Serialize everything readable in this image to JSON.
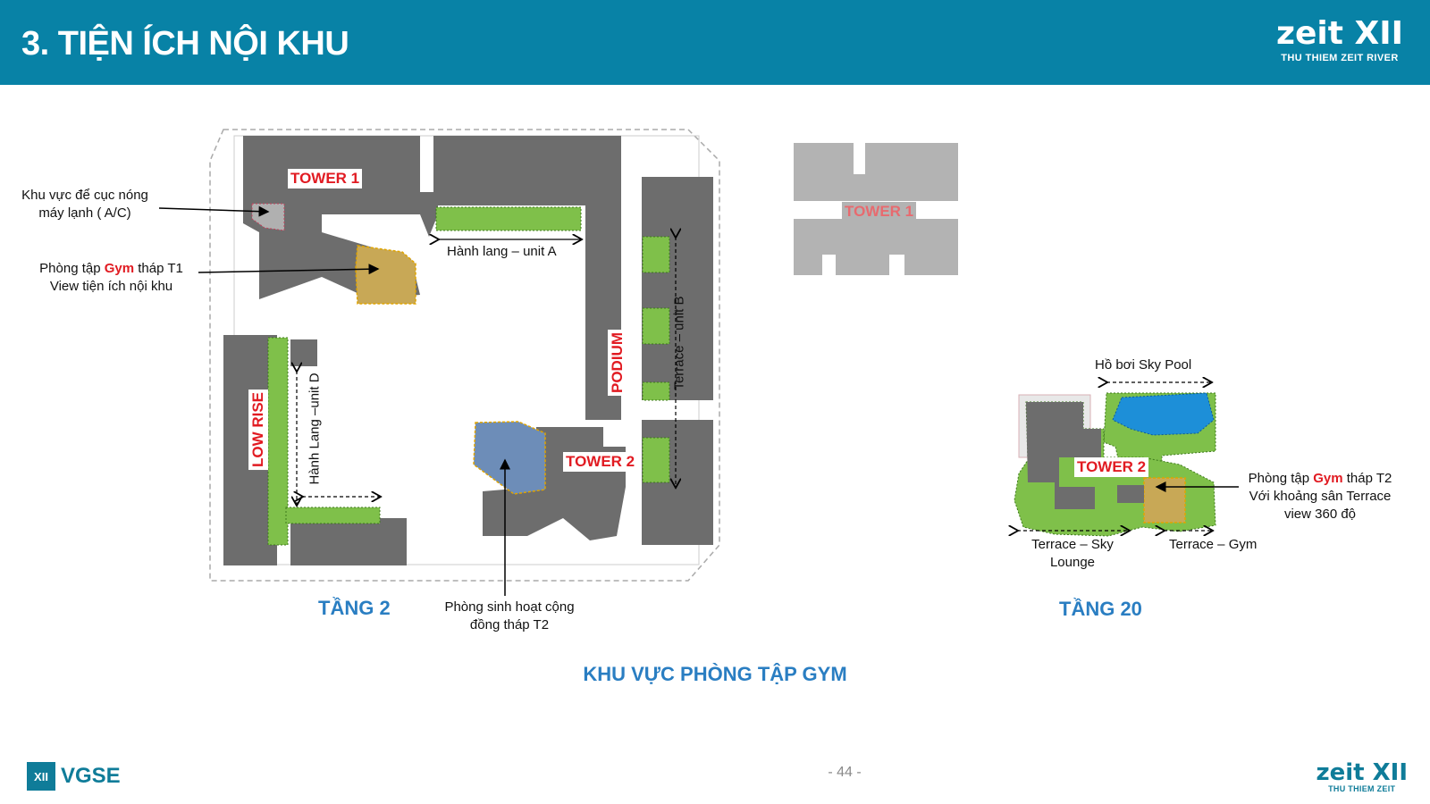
{
  "header": {
    "title": "3. TIỆN ÍCH NỘI KHU",
    "brand": "zeit XII",
    "brand_sub": "THU THIEM ZEIT RIVER"
  },
  "plan_left": {
    "tower1": "TOWER 1",
    "tower2": "TOWER 2",
    "podium": "PODIUM",
    "low_rise": "LOW RISE",
    "corridor_a": "Hành lang – unit A",
    "terrace_b": "Terrace – unit B",
    "corridor_d": "Hành Lang –unit D",
    "ac_line1": "Khu vực để cục nóng",
    "ac_line2": "máy lạnh ( A/C)",
    "gym_t1_pre": "Phòng tập ",
    "gym_word": "Gym",
    "gym_t1_post": " tháp T1",
    "gym_t1_line2": "View tiện ích nội khu",
    "community_line1": "Phòng sinh hoạt cộng",
    "community_line2": "đồng tháp T2",
    "floor": "TẦNG 2"
  },
  "plan_right": {
    "tower1": "TOWER 1",
    "tower2": "TOWER 2",
    "sky_pool": "Hồ bơi Sky Pool",
    "gym_t2_pre": "Phòng tập ",
    "gym_t2_post": " tháp T2",
    "gym_t2_line2": "Với khoảng sân Terrace",
    "gym_t2_line3": "view 360 độ",
    "terrace_sky_line1": "Terrace – Sky",
    "terrace_sky_line2": "Lounge",
    "terrace_gym": "Terrace – Gym",
    "floor": "TẦNG 20"
  },
  "caption": "KHU VỰC PHÒNG TẬP GYM",
  "footer": {
    "page": "- 44 -",
    "vgse_mark": "XII",
    "vgse": "VGSE",
    "brand": "zeit XII",
    "brand_sub": "THU THIEM ZEIT"
  },
  "colors": {
    "header": "#0882a6",
    "building": "#6d6d6d",
    "green": "#7fc04a",
    "gym": "#c8a856",
    "community": "#6d8db8",
    "pool": "#1d8fd8",
    "label_blue": "#2a7ec2",
    "accent_red": "#e11b22"
  }
}
